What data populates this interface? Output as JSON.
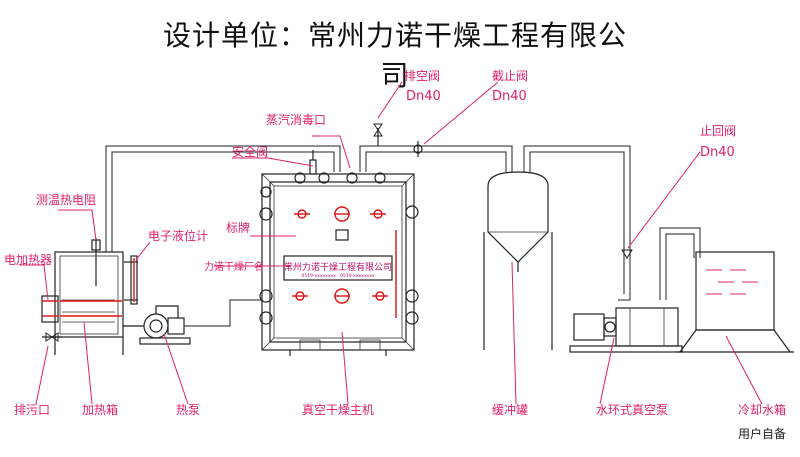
{
  "title": "设计单位：常州力诺干燥工程有限公司",
  "labels": {
    "vent_valve": "排空阀",
    "stop_valve": "截止阀",
    "check_valve": "止回阀",
    "steam_port": "蒸汽消毒口",
    "safety_valve": "安全阀",
    "temp_resistor": "测温热电阻",
    "electric_heater": "电加热器",
    "level_meter": "电子液位计",
    "nameplate": "标牌",
    "factory_name": "力诺干燥厂名",
    "drain": "排污口",
    "heating_tank": "加热箱",
    "hot_pump": "热泵",
    "main_unit": "真空干燥主机",
    "buffer_tank": "缓冲罐",
    "vacuum_pump": "水环式真空泵",
    "cooling_tank": "冷却水箱",
    "user_supplied": "用户自备"
  },
  "sizes": {
    "vent": "Dn40",
    "stop": "Dn40",
    "check": "Dn40"
  },
  "plate": {
    "company": "常州力诺干燥工程有限公司",
    "contact": "0519-xxxxxxxx · 0519-xxxxxxxx"
  },
  "colors": {
    "label": "#e0206a",
    "pipe_accent": "#d11111",
    "line": "#222222"
  }
}
